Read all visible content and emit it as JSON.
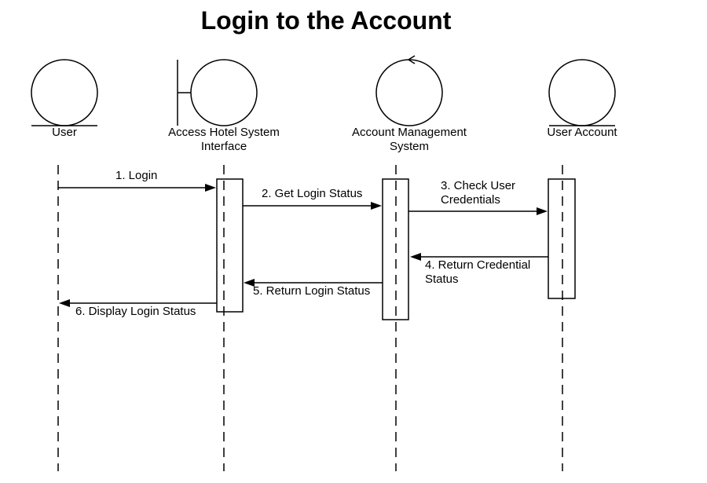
{
  "title": "Login to the Account",
  "participants": [
    {
      "id": "user",
      "type": "actor",
      "label": "User"
    },
    {
      "id": "interface",
      "type": "boundary",
      "label": "Access Hotel System Interface"
    },
    {
      "id": "ams",
      "type": "control",
      "label": "Account Management System"
    },
    {
      "id": "account",
      "type": "entity",
      "label": "User Account"
    }
  ],
  "messages": [
    {
      "from": "user",
      "to": "interface",
      "label": "1. Login"
    },
    {
      "from": "interface",
      "to": "ams",
      "label": "2. Get Login Status"
    },
    {
      "from": "ams",
      "to": "account",
      "label": "3. Check User Credentials"
    },
    {
      "from": "account",
      "to": "ams",
      "label": "4. Return Credential Status"
    },
    {
      "from": "ams",
      "to": "interface",
      "label": "5. Return Login Status"
    },
    {
      "from": "interface",
      "to": "user",
      "label": "6. Display Login Status"
    }
  ],
  "colors": {
    "stroke": "#000000",
    "background": "#ffffff"
  }
}
